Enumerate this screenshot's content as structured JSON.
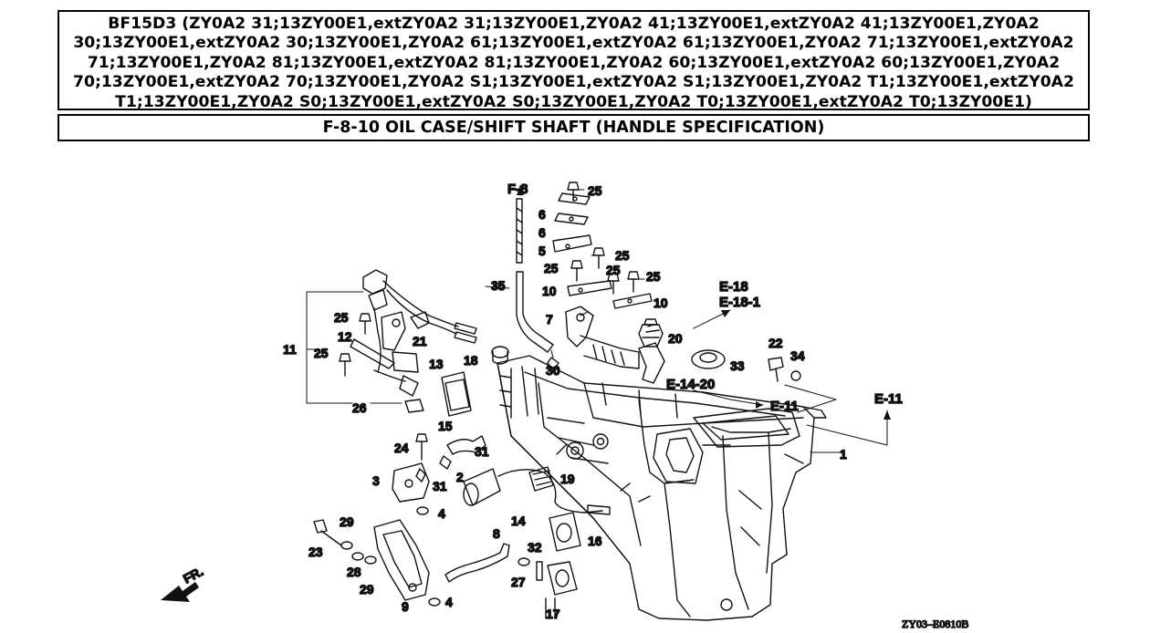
{
  "header": {
    "title_lines": [
      "BF15D3 (ZY0A2 31;13ZY00E1,extZY0A2 31;13ZY00E1,ZY0A2 41;13ZY00E1,extZY0A2 41;13ZY00E1,ZY0A2",
      "30;13ZY00E1,extZY0A2 30;13ZY00E1,ZY0A2 61;13ZY00E1,extZY0A2 61;13ZY00E1,ZY0A2 71;13ZY00E1,extZY0A2",
      "71;13ZY00E1,ZY0A2 81;13ZY00E1,extZY0A2 81;13ZY00E1,ZY0A2 60;13ZY00E1,extZY0A2 60;13ZY00E1,ZY0A2",
      "70;13ZY00E1,extZY0A2 70;13ZY00E1,ZY0A2 S1;13ZY00E1,extZY0A2 S1;13ZY00E1,ZY0A2 T1;13ZY00E1,extZY0A2",
      "T1;13ZY00E1,ZY0A2 S0;13ZY00E1,extZY0A2 S0;13ZY00E1,ZY0A2 T0;13ZY00E1,extZY0A2 T0;13ZY00E1)"
    ],
    "subtitle": "F-8-10 OIL CASE/SHIFT SHAFT (HANDLE SPECIFICATION)"
  },
  "diagram": {
    "refs": {
      "f8": "F-8",
      "e18": "E-18",
      "e18_1": "E-18-1",
      "e14_20": "E-14-20",
      "e11_mid": "E-11",
      "e11_right": "E-11"
    },
    "parts": {
      "p1": "1",
      "p2": "2",
      "p3": "3",
      "p4a": "4",
      "p4b": "4",
      "p5": "5",
      "p6a": "6",
      "p6b": "6",
      "p7": "7",
      "p8": "8",
      "p9": "9",
      "p10a": "10",
      "p10b": "10",
      "p11": "11",
      "p12": "12",
      "p13": "13",
      "p14": "14",
      "p15": "15",
      "p16": "16",
      "p17": "17",
      "p18": "18",
      "p19": "19",
      "p20": "20",
      "p21": "21",
      "p22": "22",
      "p23": "23",
      "p24": "24",
      "p25a": "25",
      "p25b": "25",
      "p25c": "25",
      "p25d": "25",
      "p25e": "25",
      "p25f": "25",
      "p25g": "25",
      "p26": "26",
      "p27": "27",
      "p28": "28",
      "p29a": "29",
      "p29b": "29",
      "p30": "30",
      "p31a": "31",
      "p31b": "31",
      "p32": "32",
      "p33": "33",
      "p34": "34",
      "p35": "35"
    },
    "direction": "FR.",
    "code": "ZY03–E0810B"
  }
}
